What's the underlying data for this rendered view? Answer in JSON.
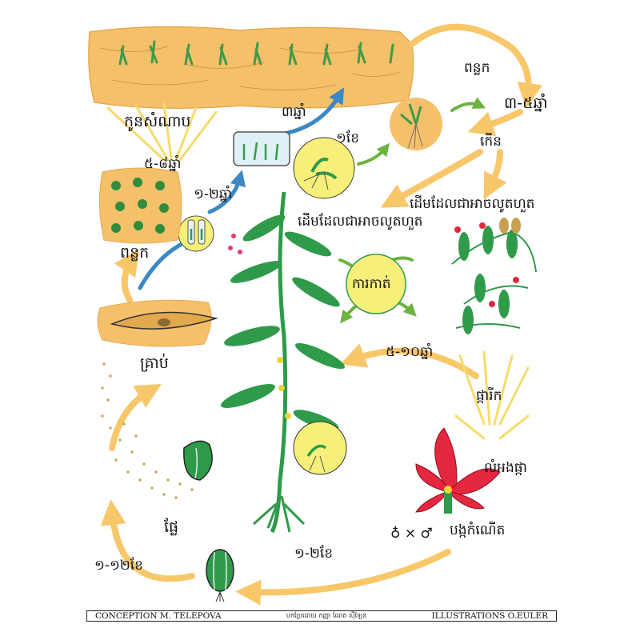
{
  "labels": {
    "seedling_top": "ពន្លក",
    "years_3_5": "៣-៥ឆ្នាំ",
    "years_3": "៣ឆ្នាំ",
    "month_1": "១ខែ",
    "grow": "កើន",
    "seedlings": "កូនសំណាប",
    "years_5_8": "៥-៨ឆ្នាំ",
    "years_1_2": "១-២ឆ្នាំ",
    "stem_right": "ដើមដែលជាអាចលូតហួត",
    "stem_center": "ដើមដែលជាអាចលូតហួត",
    "sprout": "ពន្លក",
    "cutting": "ការកាត់",
    "seed": "គ្រាប់",
    "years_5_10": "៥-១០ឆ្នាំ",
    "blooming": "ផ្ការីក",
    "flower_shape": "លំអងផ្កា",
    "fruit": "ផ្លែ",
    "fertilize": "បង្កកំណើត",
    "months_1_12": "១-១២ខែ",
    "months_1_2": "១-២ខែ",
    "sex_symbols": "♁ × ♂"
  },
  "footer": {
    "left": "CONCEPTION M. TELEPOVA",
    "middle": "បកប្រែដោយ កញ្ញា ណែត ស៊ីឡែន",
    "right": "ILLUSTRATIONS O.EULER"
  },
  "colors": {
    "arrow_orange": "#F8C76A",
    "arrow_blue": "#3B88C4",
    "arrow_green": "#6DB33F",
    "soil": "#F5C06A",
    "plant_green": "#2E9A4A",
    "yellow_circle": "#F6F07A",
    "flower_red": "#E5273F"
  }
}
